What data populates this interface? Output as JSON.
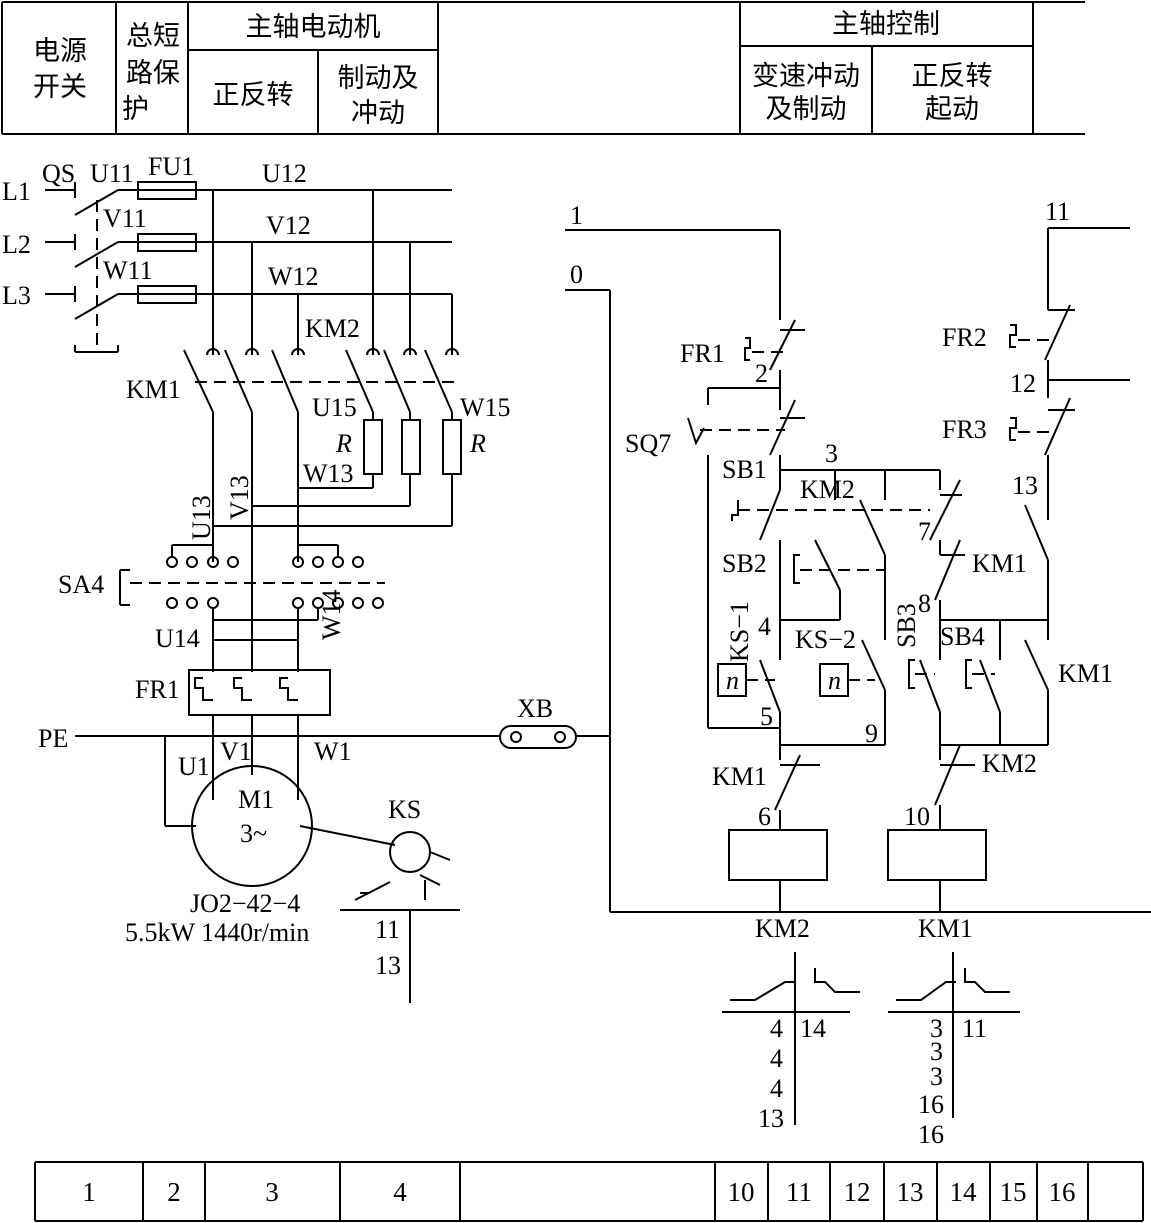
{
  "header": {
    "col_power": [
      "电源",
      "开关"
    ],
    "col_short_protect": [
      "总短",
      "路保",
      "护"
    ],
    "group_motor": "主轴电动机",
    "col_fwd_rev": "正反转",
    "col_brake": [
      "制动及",
      "冲动"
    ],
    "group_control": "主轴控制",
    "col_speed": [
      "变速冲动",
      "及制动"
    ],
    "col_start": [
      "正反转",
      "起动"
    ]
  },
  "footer": {
    "cells": [
      "1",
      "2",
      "3",
      "4",
      "",
      "10",
      "11",
      "12",
      "13",
      "14",
      "15",
      "16",
      ""
    ]
  },
  "labels": {
    "qs": "QS",
    "u11": "U11",
    "fu1": "FU1",
    "v11": "V11",
    "w11": "W11",
    "l1": "L1",
    "l2": "L2",
    "l3": "L3",
    "u12": "U12",
    "v12": "V12",
    "w12": "W12",
    "km2_main": "KM2",
    "km1_main": "KM1",
    "u15": "U15",
    "w15": "W15",
    "r1": "R",
    "r2": "R",
    "w13": "W13",
    "u13": "U13",
    "v13": "V13",
    "sa4": "SA4",
    "u14": "U14",
    "w14": "W14",
    "fr1_main": "FR1",
    "pe": "PE",
    "xb": "XB",
    "u1": "U1",
    "v1": "V1",
    "w1": "W1",
    "motor_name": "M1",
    "motor_phase": "3~",
    "motor_model": "JO2−42−4",
    "motor_rating": "5.5kW 1440r/min",
    "ks": "KS",
    "ks_n11": "11",
    "ks_n13": "13",
    "n1": "1",
    "n0": "0",
    "n11": "11",
    "fr1_ctrl": "FR1",
    "n2": "2",
    "sq7": "SQ7",
    "sb1": "SB1",
    "n3": "3",
    "km2_ctrl": "KM2",
    "n7": "7",
    "sb2": "SB2",
    "km1_ctrl1": "KM1",
    "ks1": "KS−1",
    "n4": "4",
    "ks2": "KS−2",
    "sb3": "SB3",
    "n8": "8",
    "sb4": "SB4",
    "km1_ctrl2": "KM1",
    "n_box1": "n",
    "n_box2": "n",
    "n5": "5",
    "n9": "9",
    "km1_ctrl3": "KM1",
    "km2_ctrl2": "KM2",
    "n6": "6",
    "n10": "10",
    "fr2": "FR2",
    "n12": "12",
    "fr3": "FR3",
    "n13": "13",
    "coil_km2": "KM2",
    "coil_km1": "KM1"
  },
  "cross_ref": {
    "km2_left": [
      "4",
      "4",
      "4",
      "13"
    ],
    "km2_right": [
      "14"
    ],
    "km1_left": [
      "3",
      "3",
      "3",
      "16",
      "16"
    ],
    "km1_right": [
      "11"
    ]
  }
}
